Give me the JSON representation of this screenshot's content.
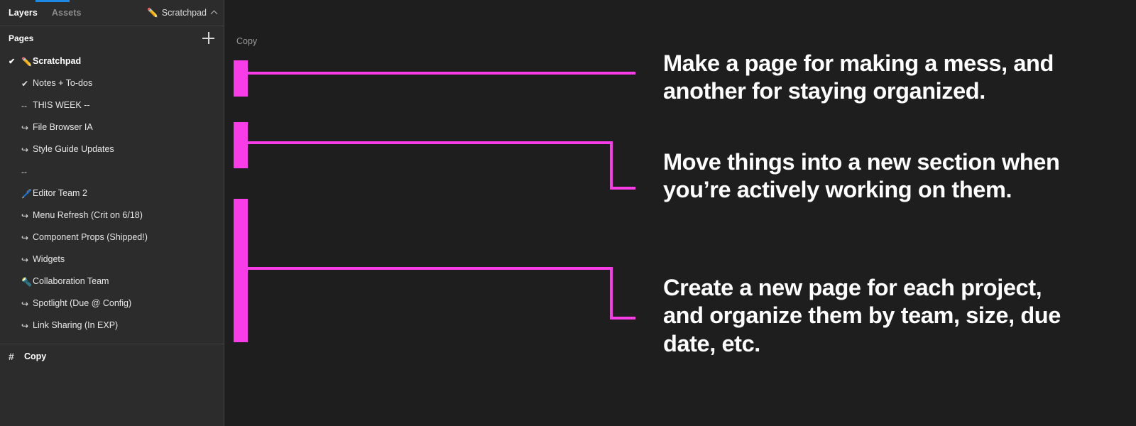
{
  "accent": "#f83ce8",
  "panel": {
    "tabs": [
      {
        "label": "Layers",
        "active": true
      },
      {
        "label": "Assets",
        "active": false
      }
    ],
    "file_chip": {
      "emoji": "✏️",
      "label": "Scratchpad",
      "chevron": "chevron-up-icon"
    },
    "pages_title": "Pages",
    "add_page_label": "+",
    "pages": [
      {
        "check": "✔",
        "icon": "✏️",
        "label": "Scratchpad",
        "selected": true
      },
      {
        "check": "",
        "icon": "✔",
        "label": "Notes + To-dos",
        "selected": false
      },
      {
        "check": "",
        "icon": "--",
        "label": "THIS WEEK --",
        "selected": false
      },
      {
        "check": "",
        "icon": "↪",
        "label": "File Browser IA",
        "selected": false
      },
      {
        "check": "",
        "icon": "↪",
        "label": "Style Guide Updates",
        "selected": false
      },
      {
        "check": "",
        "icon": "--",
        "label": "",
        "selected": false
      },
      {
        "check": "",
        "icon": "🖊️",
        "label": "Editor Team 2",
        "selected": false
      },
      {
        "check": "",
        "icon": "↪",
        "label": "Menu Refresh (Crit on 6/18)",
        "selected": false
      },
      {
        "check": "",
        "icon": "↪",
        "label": "Component Props (Shipped!)",
        "selected": false
      },
      {
        "check": "",
        "icon": "↪",
        "label": "Widgets",
        "selected": false
      },
      {
        "check": "",
        "icon": "🔦",
        "label": "Collaboration Team",
        "selected": false
      },
      {
        "check": "",
        "icon": "↪",
        "label": "Spotlight (Due @ Config)",
        "selected": false
      },
      {
        "check": "",
        "icon": "↪",
        "label": "Link Sharing (In EXP)",
        "selected": false
      }
    ],
    "layers": [
      {
        "icon": "#",
        "label": "Copy"
      }
    ]
  },
  "canvas": {
    "frame_label": "Copy",
    "copy_blocks": [
      {
        "text": "Make a page for making a mess, and another for staying organized."
      },
      {
        "text": "Move things into a new section when you’re actively working on them."
      },
      {
        "text": "Create a new page for each project, and organize them by team, size, due date, etc."
      }
    ]
  }
}
